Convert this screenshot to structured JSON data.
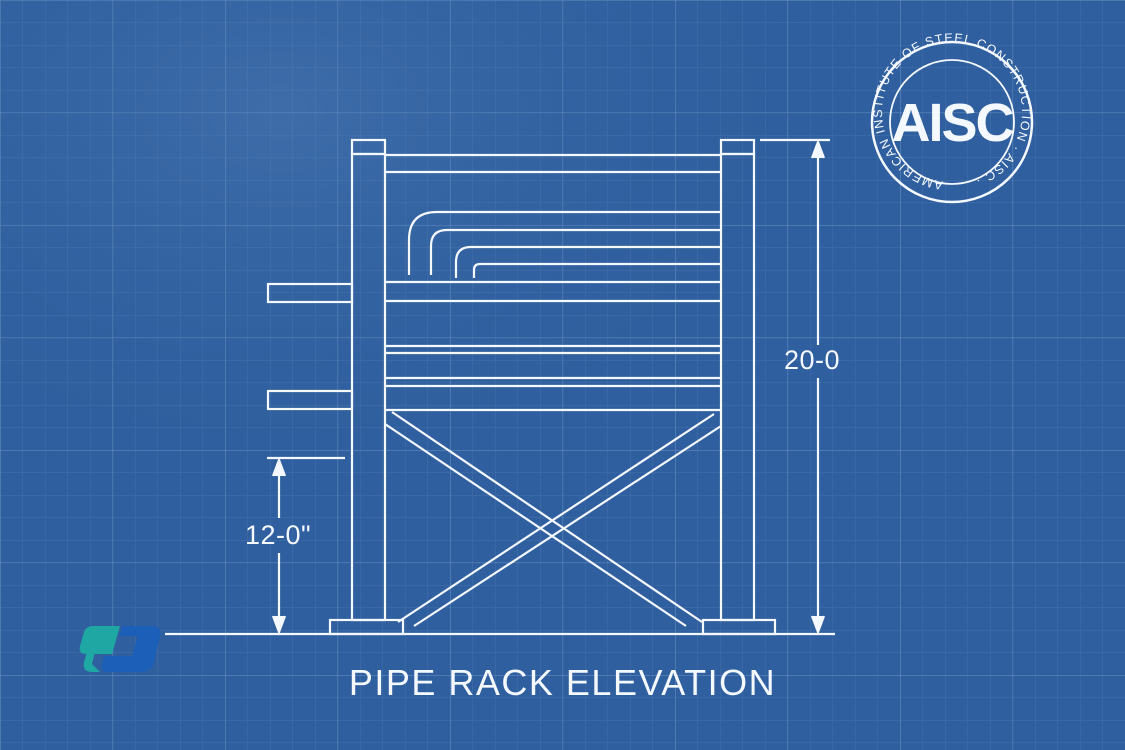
{
  "drawing": {
    "title": "PIPE RACK ELEVATION",
    "overall_height_dimension": "20-0",
    "lower_tier_dimension": "12-0\""
  },
  "seal": {
    "monogram": "AISC",
    "ring_text": "AMERICAN INSTITUTE OF STEEL CONSTRUCTION · AISC"
  },
  "colors": {
    "background": "#2f5f9e",
    "line": "#f4f8ff",
    "logo_teal": "#1fa7a3",
    "logo_blue": "#1b5fb8"
  }
}
